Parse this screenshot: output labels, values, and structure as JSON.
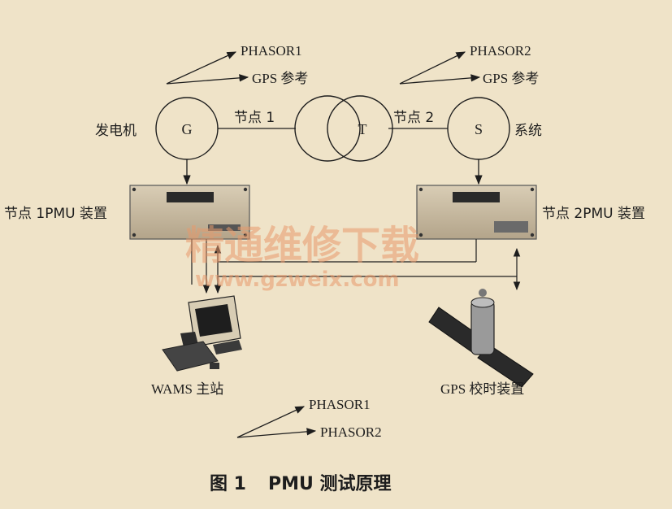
{
  "labels": {
    "phasor1_top": "PHASOR1",
    "gps_ref_left": "GPS 参考",
    "phasor2_top": "PHASOR2",
    "gps_ref_right": "GPS 参考",
    "generator": "发电机",
    "g_symbol": "G",
    "node1": "节点 1",
    "t_symbol": "T",
    "node2": "节点 2",
    "s_symbol": "S",
    "system": "系统",
    "pmu1": "节点 1PMU 装置",
    "pmu2": "节点 2PMU 装置",
    "wams": "WAMS 主站",
    "gps_device": "GPS 校时装置",
    "phasor1_bottom": "PHASOR1",
    "phasor2_bottom": "PHASOR2"
  },
  "caption": {
    "number": "图 1",
    "title": "PMU 测试原理"
  },
  "watermark": {
    "cn": "精通维修下载",
    "url": "www.gzweix.com"
  }
}
